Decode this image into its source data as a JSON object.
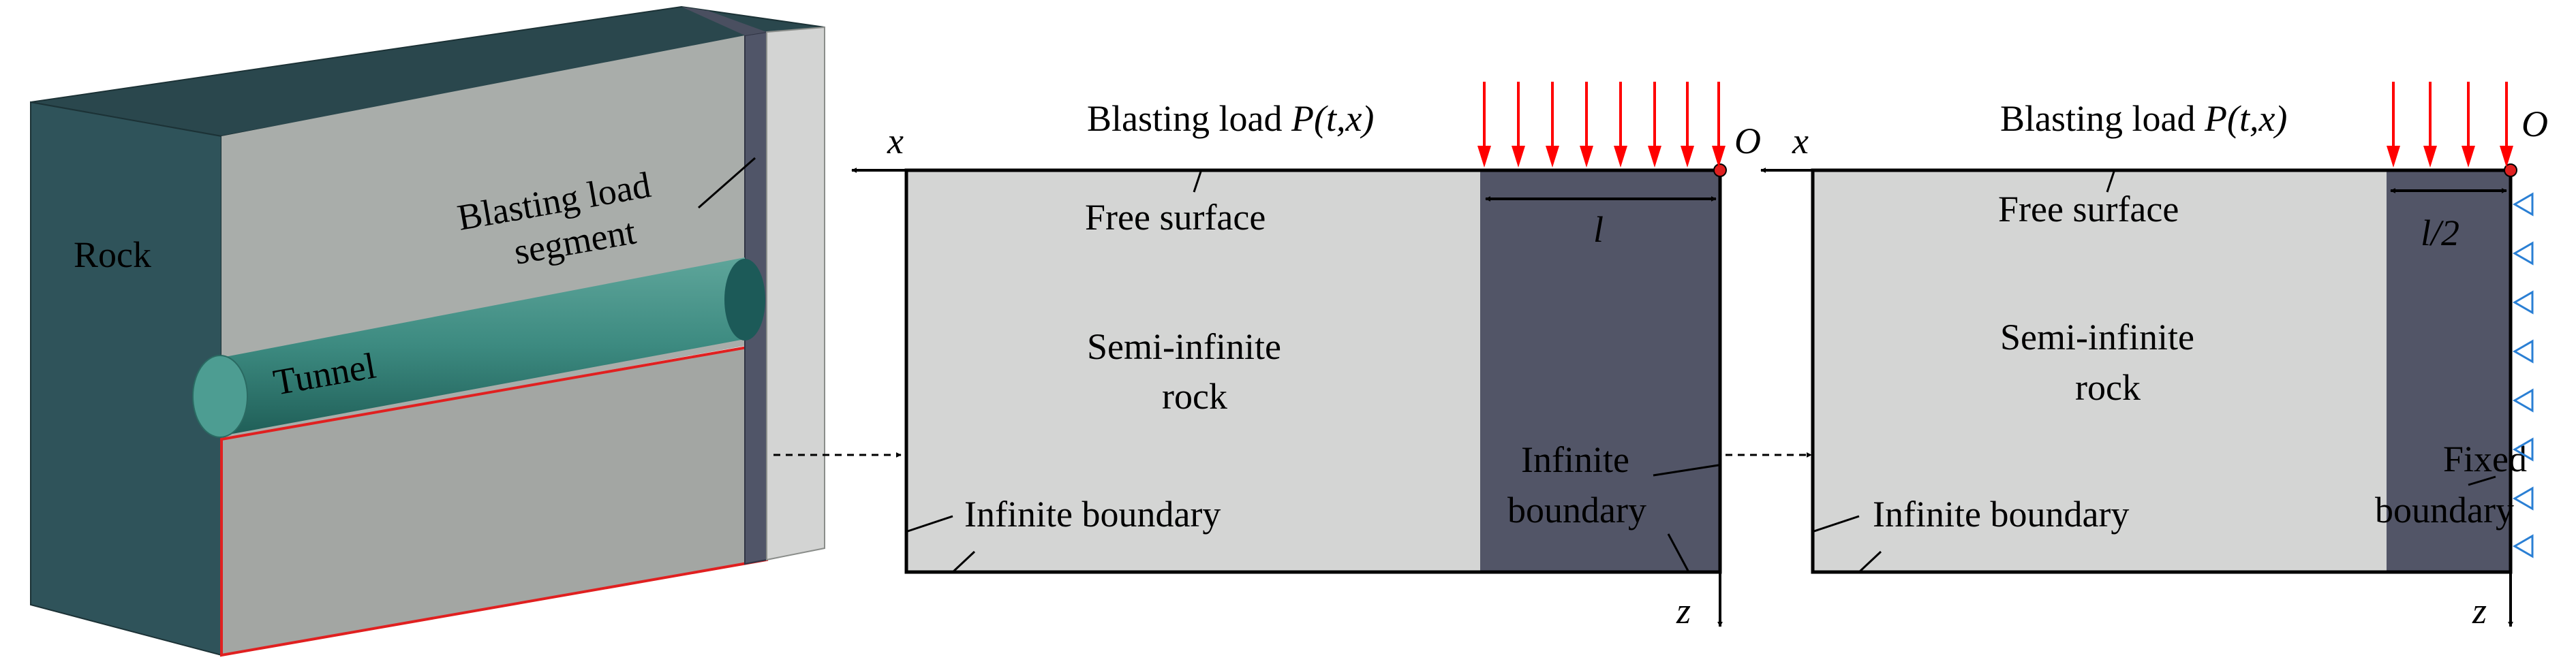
{
  "model_3d": {
    "rock_label": "Rock",
    "tunnel_label": "Tunnel",
    "segment_label_line1": "Blasting load",
    "segment_label_line2": "segment"
  },
  "panel_full": {
    "load_label": "Blasting load ",
    "load_symbol": "P(t,x)",
    "origin_label": "O",
    "x_axis_label": "x",
    "z_axis_label": "z",
    "load_width_label": "l",
    "free_surface_label": "Free surface",
    "rock_label_line1": "Semi-infinite",
    "rock_label_line2": "rock",
    "left_boundary_label": "Infinite boundary",
    "right_boundary_label_line1": "Infinite",
    "right_boundary_label_line2": "boundary",
    "load_arrow_count": 8
  },
  "panel_half": {
    "load_label": "Blasting load ",
    "load_symbol": "P(t,x)",
    "origin_label": "O",
    "x_axis_label": "x",
    "z_axis_label": "z",
    "load_width_label": "l/2",
    "free_surface_label": "Free surface",
    "rock_label_line1": "Semi-infinite",
    "rock_label_line2": "rock",
    "left_boundary_label": "Infinite boundary",
    "right_boundary_label_line1": "Fixed",
    "right_boundary_label_line2": "boundary",
    "load_arrow_count": 4,
    "support_count": 8
  },
  "colors": {
    "rock_side": "#2f535a",
    "rock_top": "#2a474d",
    "rock_face": "#a9adaa",
    "tunnel": "#3c8a80",
    "load_segment": "#505568",
    "model_light": "#d3d4d3",
    "load_arrow": "#ff0000",
    "support": "#2a7fd4",
    "outline_red": "#e02020"
  }
}
